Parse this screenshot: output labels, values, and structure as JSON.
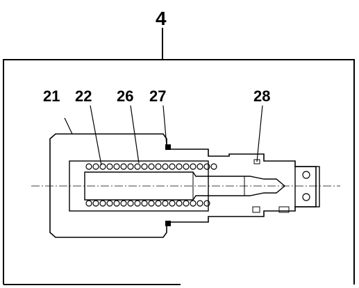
{
  "diagram": {
    "assembly_label": "4",
    "callouts": [
      {
        "id": "c21",
        "label": "21"
      },
      {
        "id": "c22",
        "label": "22"
      },
      {
        "id": "c26",
        "label": "26"
      },
      {
        "id": "c27",
        "label": "27"
      },
      {
        "id": "c28",
        "label": "28"
      }
    ],
    "colors": {
      "ink": "#000000",
      "paper": "#ffffff"
    }
  }
}
